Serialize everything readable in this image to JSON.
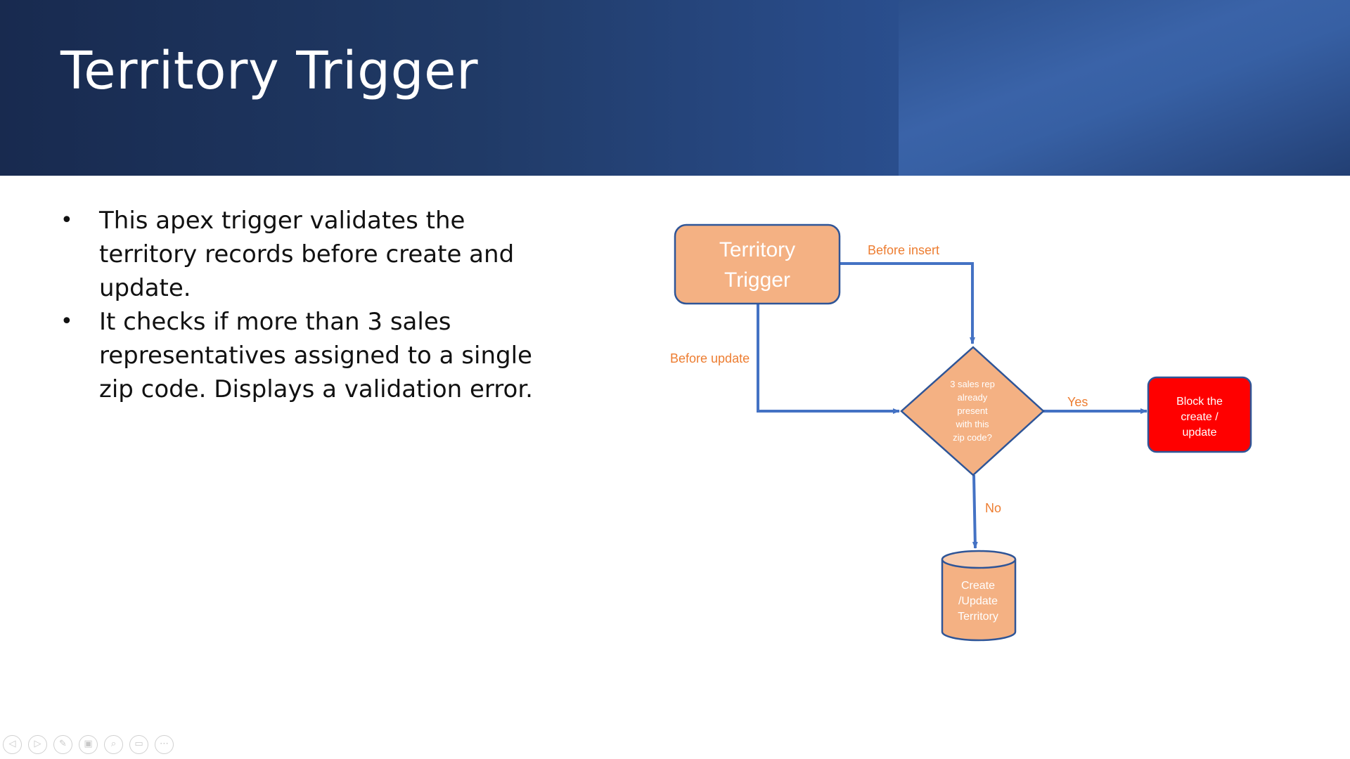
{
  "slide": {
    "title": "Territory Trigger",
    "bullets": [
      "This apex trigger validates the territory records before create and update.",
      "It checks if more than 3 sales representatives assigned to a single zip code. Displays a validation error."
    ],
    "bullet_glyph": "•"
  },
  "flowchart": {
    "start_node": {
      "label_line1": "Territory",
      "label_line2": "Trigger"
    },
    "edge_before_insert": "Before insert",
    "edge_before_update": "Before update",
    "decision": {
      "lines": [
        "3 sales rep",
        "already",
        "present",
        "with this",
        "zip code?"
      ]
    },
    "edge_yes": "Yes",
    "edge_no": "No",
    "block_node": {
      "lines": [
        "Block the",
        "create /",
        "update"
      ]
    },
    "store_node": {
      "lines": [
        "Create",
        "/Update",
        "Territory"
      ]
    }
  },
  "colors": {
    "header_dark": "#182a4f",
    "header_light": "#3a63a8",
    "node_fill": "#f4b183",
    "node_border": "#2f5597",
    "arrow": "#4472c4",
    "edge_label": "#ed7d31",
    "block_fill": "#ff0000"
  },
  "slideshow_controls": [
    {
      "name": "previous-slide-icon",
      "glyph": "◁"
    },
    {
      "name": "next-slide-icon",
      "glyph": "▷"
    },
    {
      "name": "pen-icon",
      "glyph": "✎"
    },
    {
      "name": "see-all-slides-icon",
      "glyph": "▣"
    },
    {
      "name": "zoom-icon",
      "glyph": "⌕"
    },
    {
      "name": "subtitles-icon",
      "glyph": "▭"
    },
    {
      "name": "more-options-icon",
      "glyph": "⋯"
    }
  ]
}
